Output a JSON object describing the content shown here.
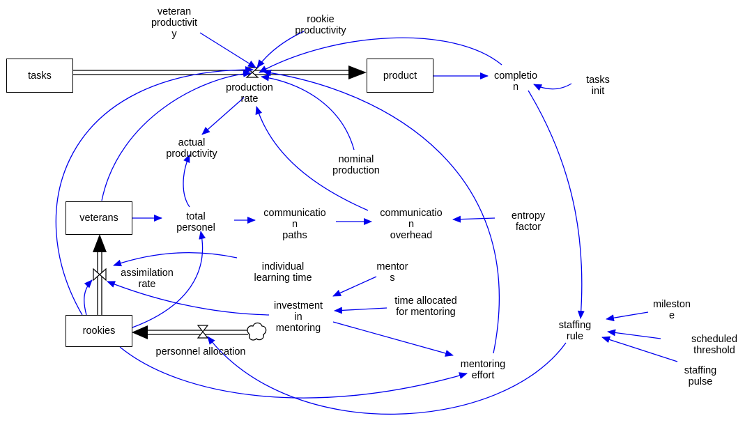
{
  "colors": {
    "link": "#0000ee",
    "flow": "#000000"
  },
  "stocks": {
    "tasks": "tasks",
    "product": "product",
    "veterans": "veterans",
    "rookies": "rookies"
  },
  "variables": {
    "veteran_productivity": "veteran\nproductivit\ny",
    "rookie_productivity": "rookie\nproductivity",
    "production_rate": "production\nrate",
    "completion": "completio\nn",
    "tasks_init": "tasks\ninit",
    "actual_productivity": "actual\nproductivity",
    "nominal_production": "nominal\nproduction",
    "total_personel": "total\npersonel",
    "communication_paths": "communicatio\nn\npaths",
    "communication_overhead": "communicatio\nn\noverhead",
    "entropy_factor": "entropy\nfactor",
    "individual_learning_time": "individual\nlearning time",
    "assimilation_rate": "assimilation\nrate",
    "mentors": "mentor\ns",
    "investment_in_mentoring": "investment\nin\nmentoring",
    "time_allocated_for_mentoring": "time allocated\nfor mentoring",
    "staffing_rule": "staffing\nrule",
    "milestone": "mileston\ne",
    "scheduled_threshold": "scheduled\nthreshold",
    "staffing_pulse": "staffing\npulse",
    "personnel_allocation": "personnel allocation",
    "mentoring_effort": "mentoring\neffort"
  },
  "icons": {
    "valve": "valve-icon",
    "cloud": "cloud-source-icon"
  }
}
